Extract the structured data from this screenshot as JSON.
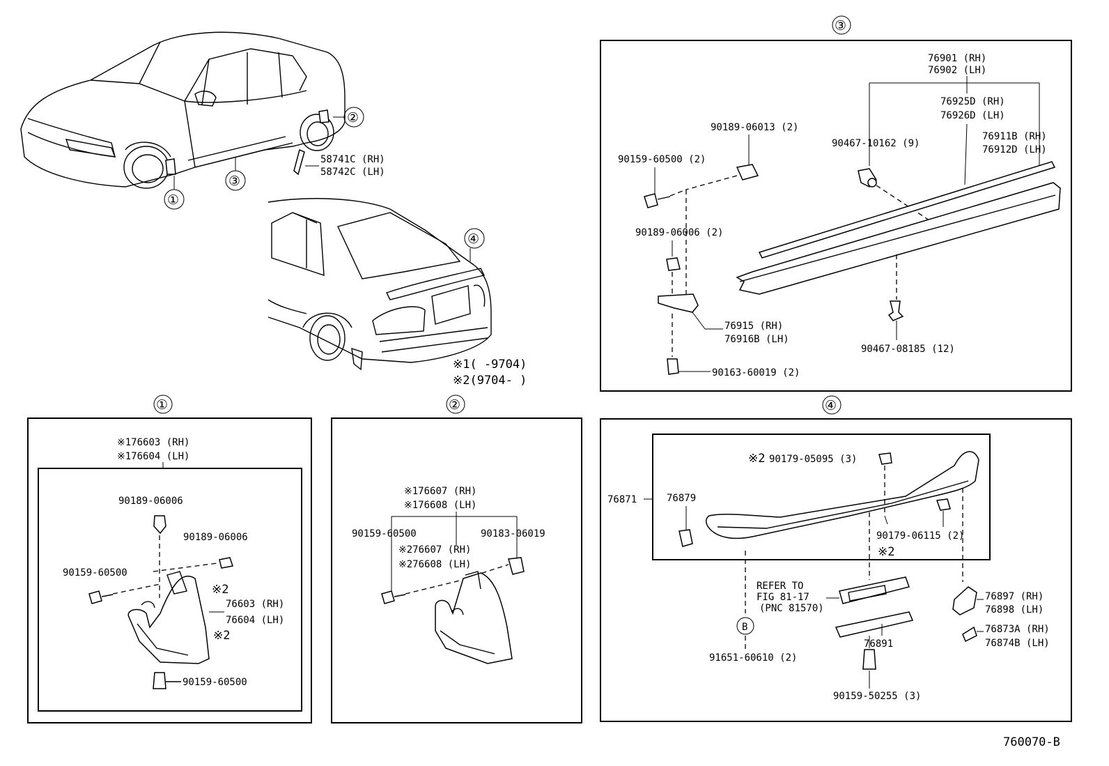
{
  "figure_id": "760070-B",
  "notes": {
    "n1": "※1(     -9704)",
    "n2": "※2(9704-     )"
  },
  "overview": {
    "c1": "①",
    "c2": "②",
    "c3": "③",
    "c4": "④",
    "flap_rh": "58741C (RH)",
    "flap_lh": "58742C (LH)"
  },
  "panel1": {
    "title": "①",
    "set_rh": "※176603 (RH)",
    "set_lh": "※176604 (LH)",
    "clip_a": "90189-06006",
    "clip_b": "90189-06006",
    "screw_a": "90159-60500",
    "screw_b": "90159-60500",
    "mark_a": "※2",
    "mud_rh": "76603 (RH)",
    "mud_lh": "76604 (LH)",
    "mark_b": "※2"
  },
  "panel2": {
    "title": "②",
    "set_rh": "※176607 (RH)",
    "set_lh": "※176608 (LH)",
    "screw": "90159-60500",
    "nut": "90183-06019",
    "mud_rh": "※276607 (RH)",
    "mud_lh": "※276608 (LH)"
  },
  "panel3": {
    "title": "③",
    "mold_rh": "76901 (RH)",
    "mold_lh": "76902 (LH)",
    "strip_rh": "76925D (RH)",
    "strip_lh": "76926D (LH)",
    "rocker_rh": "76911B (RH)",
    "rocker_lh": "76912D (LH)",
    "clip_top": "90189-06013 (2)",
    "screw": "90159-60500 (2)",
    "clip_9": "90467-10162 (9)",
    "clip_mid": "90189-06006 (2)",
    "bracket_rh": "76915  (RH)",
    "bracket_lh": "76916B (LH)",
    "clip_12": "90467-08185 (12)",
    "bolt": "90163-60019 (2)"
  },
  "panel4": {
    "title": "④",
    "spoiler": "76871",
    "cap": "76879",
    "mark_top": "※2",
    "clip_top": "90179-05095 (3)",
    "clip_mid": "90179-06115 (2)",
    "mark_mid": "※2",
    "refer1": "REFER TO",
    "refer2": "FIG 81-17",
    "refer3": "(PNC 81570)",
    "bolt_b": "B",
    "nut": "91651-60610 (2)",
    "lamp": "76891",
    "screw": "90159-50255 (3)",
    "brk_rh": "76897 (RH)",
    "brk_lh": "76898 (LH)",
    "pad_rh": "76873A (RH)",
    "pad_lh": "76874B (LH)"
  }
}
